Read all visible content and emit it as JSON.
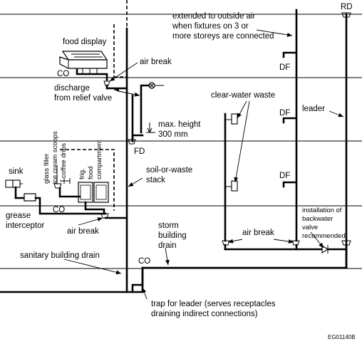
{
  "labels": {
    "rd": "RD",
    "extended_1": "extended to outside air",
    "extended_2": "when fixtures on 3 or",
    "extended_3": "more storeys are connected",
    "food_display": "food display",
    "co_top": "CO",
    "air_break_top": "air break",
    "df_1": "DF",
    "df_2": "DF",
    "df_3": "DF",
    "discharge_1": "discharge",
    "discharge_2": "from relief valve",
    "clear_water_waste": "clear-water waste",
    "leader": "leader",
    "max_height_1": "max. height",
    "max_height_2": "300 mm",
    "fd": "FD",
    "glass_filler": "glass filler",
    "ice_cream": "ice cream scoops",
    "coffee_drips": "coffee drips",
    "frig": "frig.",
    "food": "food",
    "compartment": "compartment",
    "sink": "sink",
    "soil_1": "soil-or-waste",
    "soil_2": "stack",
    "co_mid": "CO",
    "grease_1": "grease",
    "grease_2": "interceptor",
    "air_break_mid": "air break",
    "storm_1": "storm",
    "storm_2": "building",
    "storm_3": "drain",
    "air_break_right": "air break",
    "backwater_1": "installation of",
    "backwater_2": "backwater",
    "backwater_3": "valve",
    "backwater_4": "recommended",
    "sanitary": "sanitary building drain",
    "co_bottom": "CO",
    "trap_1": "trap for leader (serves receptacles",
    "trap_2": "draining indirect connections)",
    "figure_code": "EG01140B"
  }
}
